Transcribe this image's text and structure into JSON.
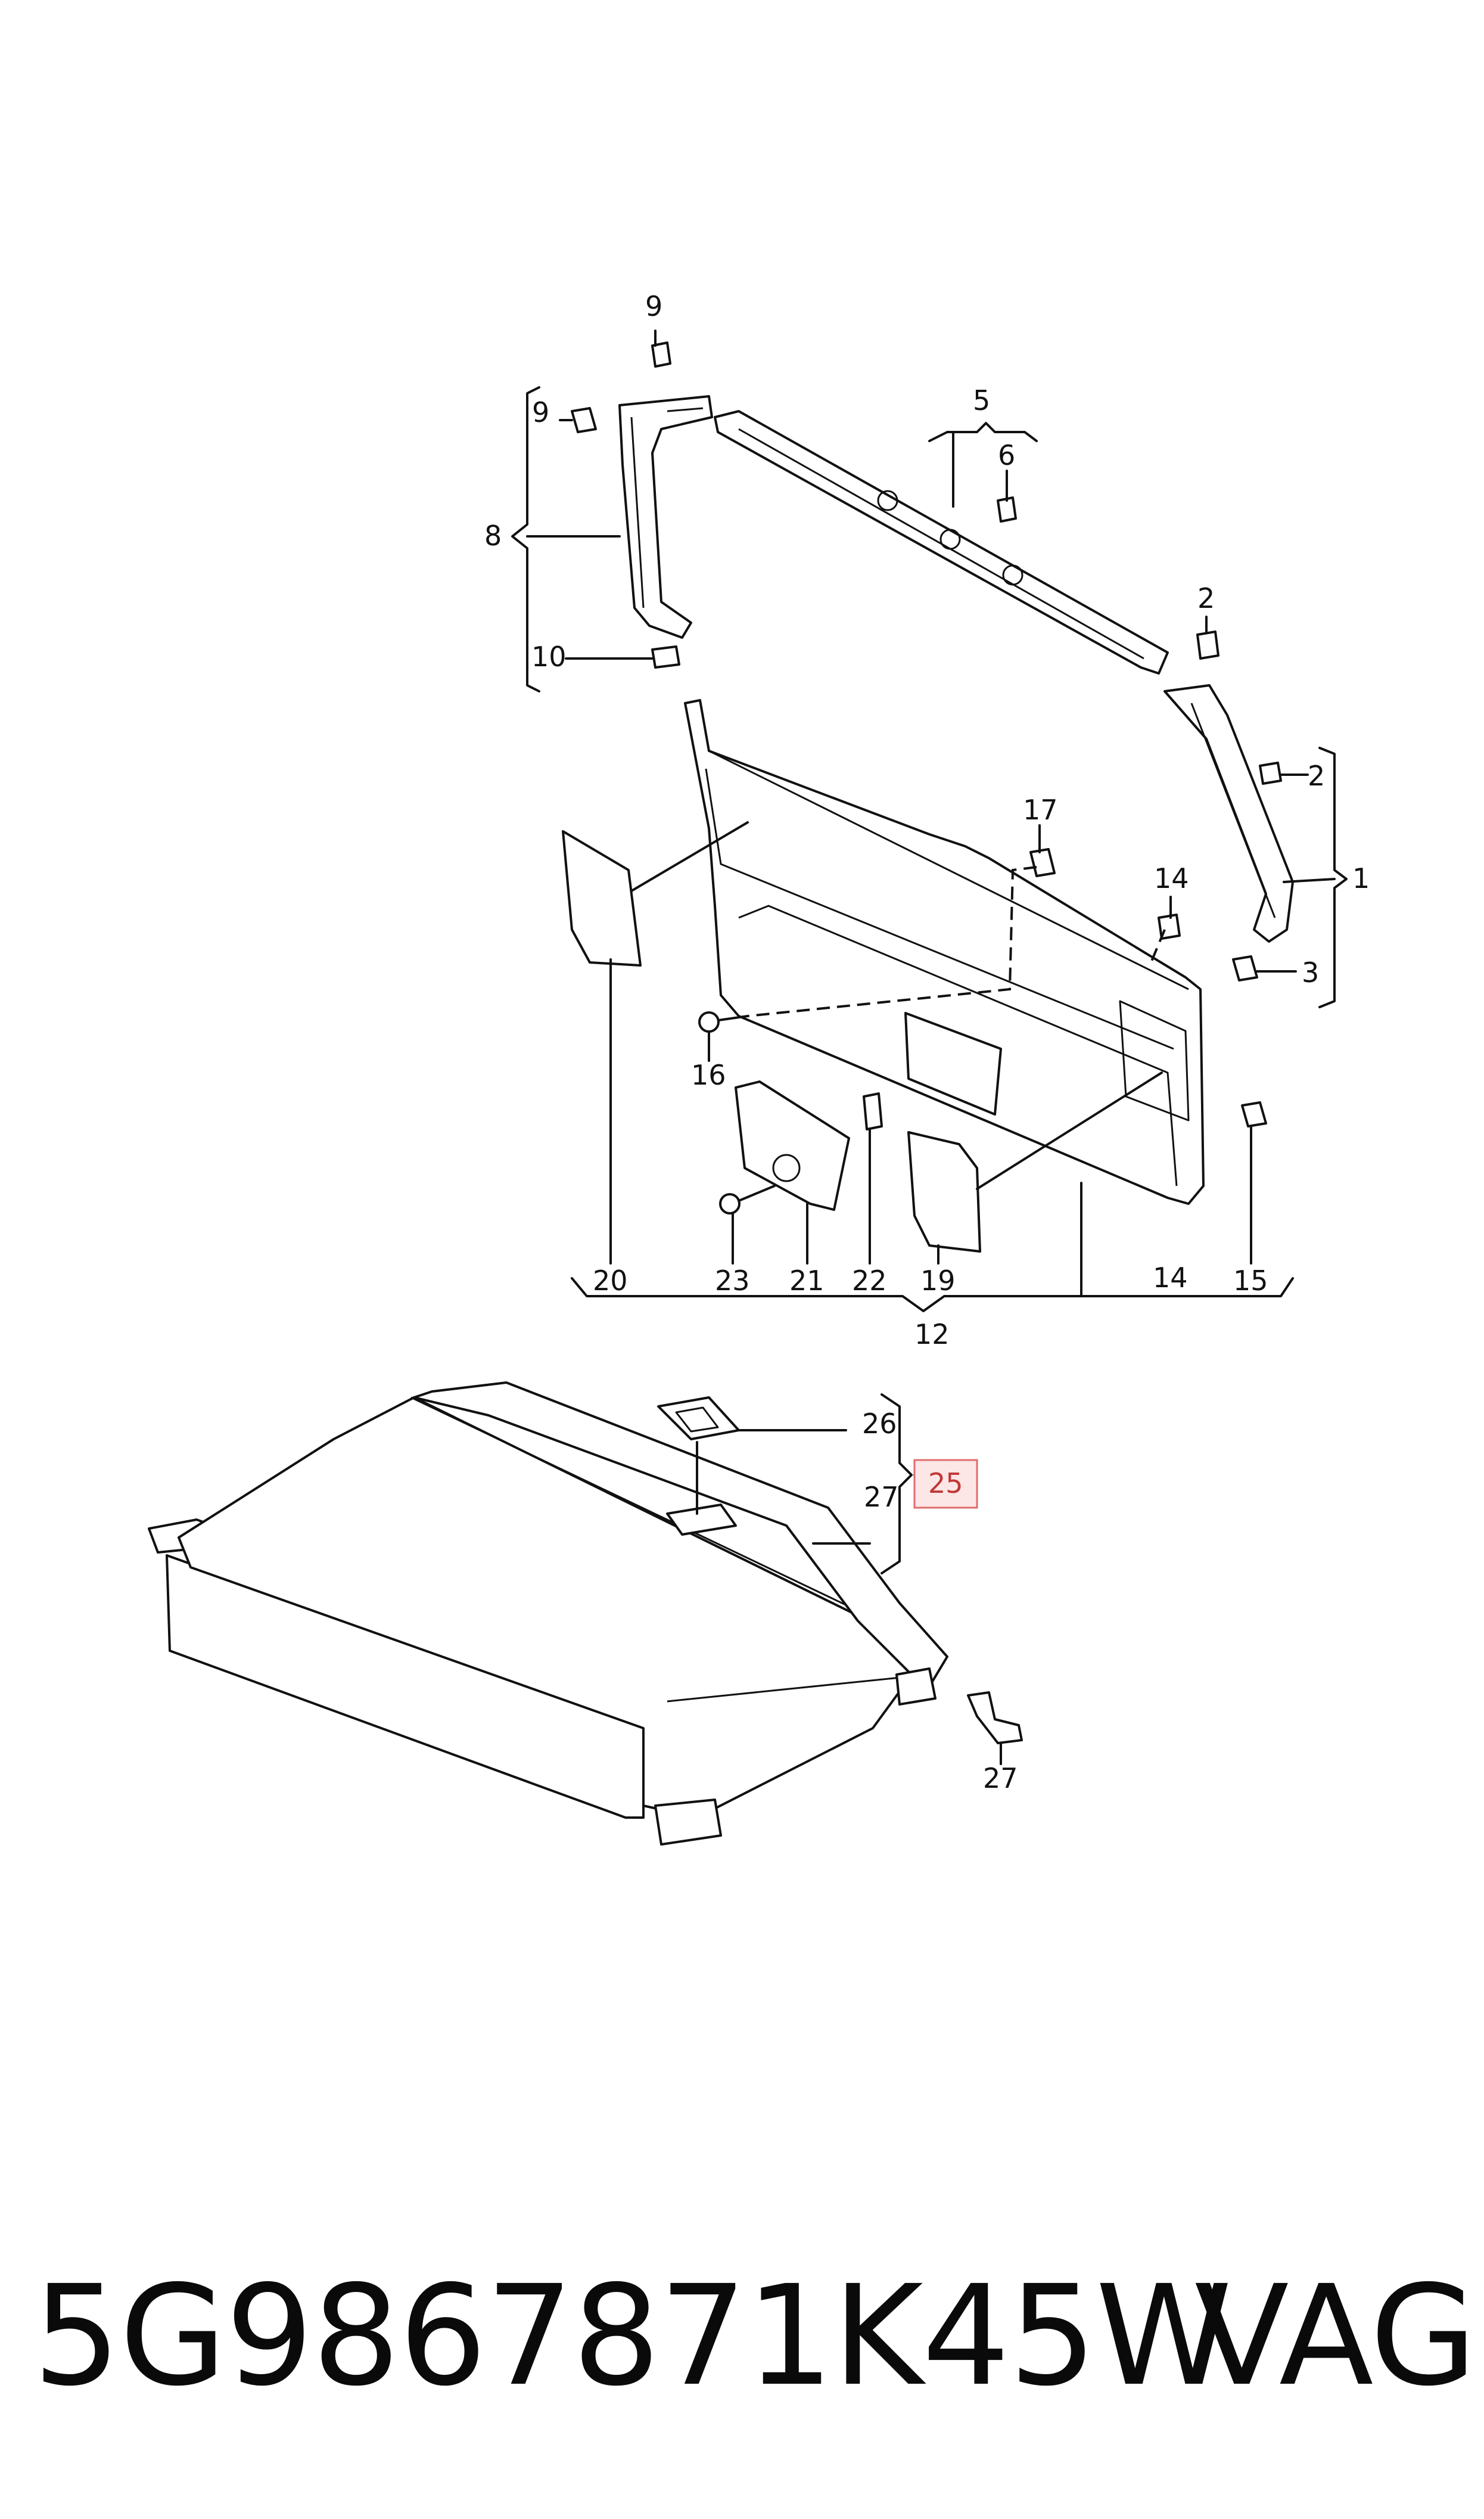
{
  "callouts": {
    "c1": "1",
    "c2a": "2",
    "c2b": "2",
    "c3": "3",
    "c5": "5",
    "c6": "6",
    "c8": "8",
    "c9a": "9",
    "c9b": "9",
    "c10": "10",
    "c12": "12",
    "c14a": "14",
    "c14b": "14",
    "c15": "15",
    "c16": "16",
    "c17": "17",
    "c19": "19",
    "c20": "20",
    "c21": "21",
    "c22": "22",
    "c23": "23",
    "c25": "25",
    "c26": "26",
    "c27a": "27",
    "c27b": "27"
  },
  "highlight": {
    "color": "#e06c6c",
    "fill": "#fde6e6"
  },
  "footer": {
    "part_number": "5G9867871K45W",
    "brand": "VAG"
  }
}
